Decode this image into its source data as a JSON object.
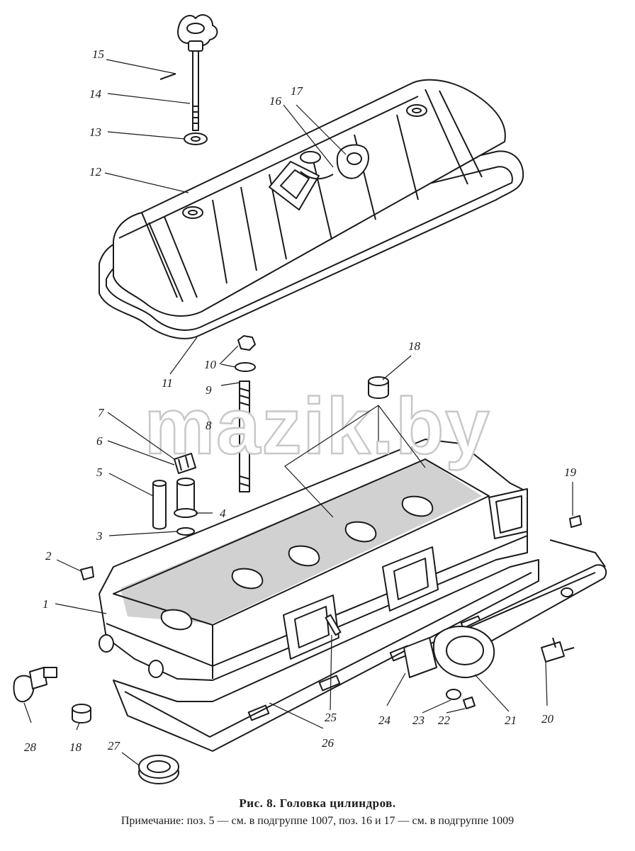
{
  "watermark": "mazik.by",
  "caption": {
    "title": "Рис. 8. Головка цилиндров.",
    "note": "Примечание: поз. 5 — см. в подгруппе 1007, поз. 16 и 17 — см. в подгруппе 1009"
  },
  "labels": [
    {
      "id": "1",
      "text": "1"
    },
    {
      "id": "2",
      "text": "2"
    },
    {
      "id": "3",
      "text": "3"
    },
    {
      "id": "4",
      "text": "4"
    },
    {
      "id": "5",
      "text": "5"
    },
    {
      "id": "6",
      "text": "6"
    },
    {
      "id": "7",
      "text": "7"
    },
    {
      "id": "8",
      "text": "8"
    },
    {
      "id": "9",
      "text": "9"
    },
    {
      "id": "10",
      "text": "10"
    },
    {
      "id": "11",
      "text": "11"
    },
    {
      "id": "12",
      "text": "12"
    },
    {
      "id": "13",
      "text": "13"
    },
    {
      "id": "14",
      "text": "14"
    },
    {
      "id": "15",
      "text": "15"
    },
    {
      "id": "16",
      "text": "16"
    },
    {
      "id": "17",
      "text": "17"
    },
    {
      "id": "18a",
      "text": "18"
    },
    {
      "id": "19",
      "text": "19"
    },
    {
      "id": "20",
      "text": "20"
    },
    {
      "id": "21",
      "text": "21"
    },
    {
      "id": "22",
      "text": "22"
    },
    {
      "id": "23",
      "text": "23"
    },
    {
      "id": "24",
      "text": "24"
    },
    {
      "id": "25",
      "text": "25"
    },
    {
      "id": "26",
      "text": "26"
    },
    {
      "id": "27",
      "text": "27"
    },
    {
      "id": "28",
      "text": "28"
    },
    {
      "id": "18b",
      "text": "18"
    }
  ]
}
